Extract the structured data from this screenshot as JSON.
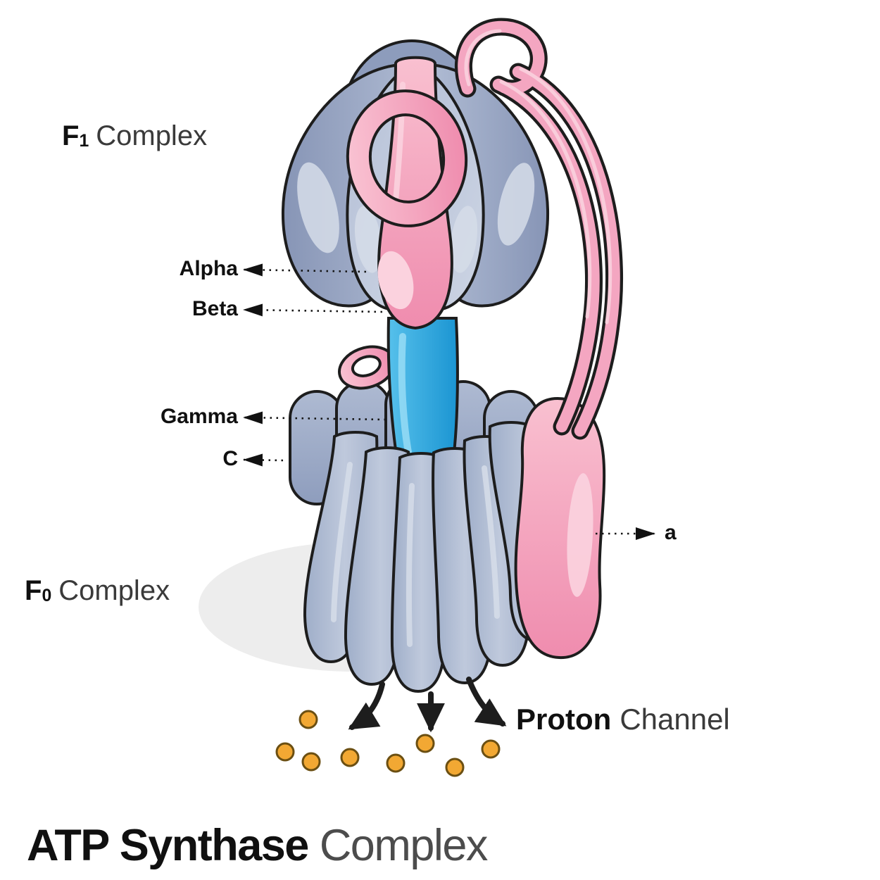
{
  "diagram": {
    "title": {
      "bold": "ATP Synthase",
      "regular": "Complex"
    },
    "f1_label": {
      "letter": "F",
      "sub": "1",
      "word": "Complex"
    },
    "f0_label": {
      "letter": "F",
      "sub": "0",
      "word": "Complex"
    },
    "proton_channel": {
      "bold": "Proton",
      "regular": "Channel"
    },
    "callouts": {
      "alpha": "Alpha",
      "beta": "Beta",
      "gamma": "Gamma",
      "c": "C",
      "a": "a"
    },
    "colors": {
      "subunit_blue_gray": "#AFBBD3",
      "subunit_blue_gray_dark": "#8795B6",
      "stalk_pink": "#F4A6C1",
      "gamma_blue": "#2BA7E0",
      "proton_orange": "#F2A833",
      "outline": "#1D1D1D",
      "shadow": "#EDEDED"
    },
    "protons": {
      "count": 8
    }
  }
}
